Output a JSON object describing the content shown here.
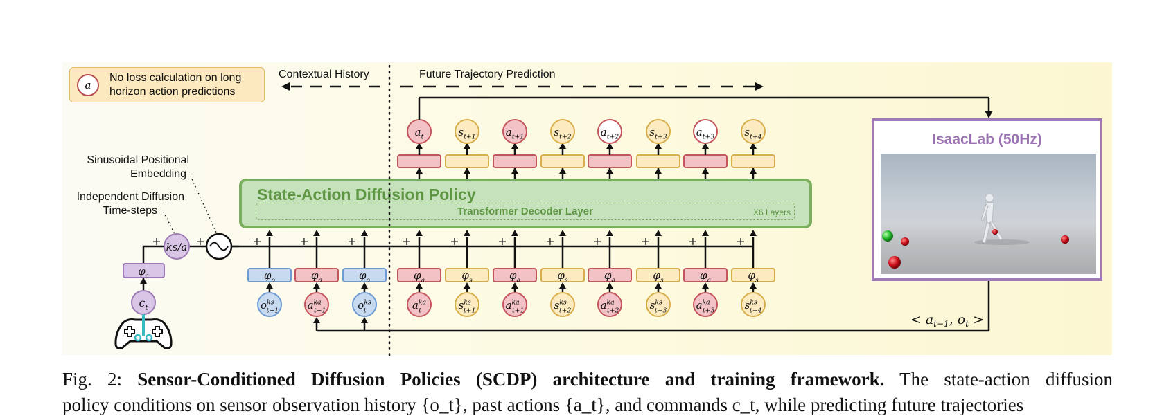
{
  "legend": {
    "symbol": "a",
    "text": "No loss calculation on long horizon action predictions"
  },
  "labels": {
    "contextual_history": "Contextual History",
    "future_trajectory": "Future Trajectory Prediction",
    "sinusoidal_line1": "Sinusoidal Positional",
    "sinusoidal_line2": "Embedding",
    "diffusion_line1": "Independent Diffusion",
    "diffusion_line2": "Time-steps",
    "feedback": "< a_{t−1}, o_t >"
  },
  "policy": {
    "title": "State-Action Diffusion Policy",
    "layer": "Transformer Decoder Layer",
    "layers": "X6 Layers"
  },
  "sim": {
    "title": "IsaacLab (50Hz)"
  },
  "timestep_node": {
    "label": "ks/a"
  },
  "command_node": {
    "label": "c",
    "sub": "t"
  },
  "command_embed": {
    "label": "φ",
    "sub": "c"
  },
  "colors": {
    "obs": "#c8daf0",
    "obs_border": "#6f9bd3",
    "action": "#f2c2c6",
    "action_border": "#c5555c",
    "state": "#fcebc0",
    "state_border": "#d7ae4a",
    "policy": "#c6e2bc",
    "policy_border": "#7cae5f",
    "sim_border": "#a07ab5"
  },
  "inputs": [
    {
      "base": "o",
      "sub": "t−1",
      "sup": "ks",
      "embed": "o",
      "type": "obs"
    },
    {
      "base": "a",
      "sub": "t−1",
      "sup": "ka",
      "embed": "a",
      "type": "action"
    },
    {
      "base": "o",
      "sub": "t",
      "sup": "ks",
      "embed": "o",
      "type": "obs"
    },
    {
      "base": "a",
      "sub": "t",
      "sup": "ka",
      "embed": "a",
      "type": "action"
    },
    {
      "base": "s",
      "sub": "t+1",
      "sup": "ks",
      "embed": "s",
      "type": "state"
    },
    {
      "base": "a",
      "sub": "t+1",
      "sup": "ka",
      "embed": "a",
      "type": "action"
    },
    {
      "base": "s",
      "sub": "t+2",
      "sup": "ks",
      "embed": "s",
      "type": "state"
    },
    {
      "base": "a",
      "sub": "t+2",
      "sup": "ka",
      "embed": "a",
      "type": "action"
    },
    {
      "base": "s",
      "sub": "t+3",
      "sup": "ks",
      "embed": "s",
      "type": "state"
    },
    {
      "base": "a",
      "sub": "t+3",
      "sup": "ka",
      "embed": "a",
      "type": "action"
    },
    {
      "base": "s",
      "sub": "t+4",
      "sup": "ks",
      "embed": "s",
      "type": "state"
    }
  ],
  "outputs": [
    {
      "base": "a",
      "sub": "t",
      "type": "action",
      "loss": true
    },
    {
      "base": "s",
      "sub": "t+1",
      "type": "state",
      "loss": true
    },
    {
      "base": "a",
      "sub": "t+1",
      "type": "action",
      "loss": true
    },
    {
      "base": "s",
      "sub": "t+2",
      "type": "state",
      "loss": true
    },
    {
      "base": "a",
      "sub": "t+2",
      "type": "action",
      "loss": false
    },
    {
      "base": "s",
      "sub": "t+3",
      "type": "state",
      "loss": true
    },
    {
      "base": "a",
      "sub": "t+3",
      "type": "action",
      "loss": false
    },
    {
      "base": "s",
      "sub": "t+4",
      "type": "state",
      "loss": true
    }
  ],
  "caption": {
    "fig": "Fig. 2:",
    "bold": "Sensor-Conditioned Diffusion Policies (SCDP) architecture and training framework.",
    "line1_rest": "The state-action diffusion",
    "line2": "policy conditions on sensor observation history {o_t}, past actions {a_t}, and commands c_t, while predicting future trajectories"
  }
}
